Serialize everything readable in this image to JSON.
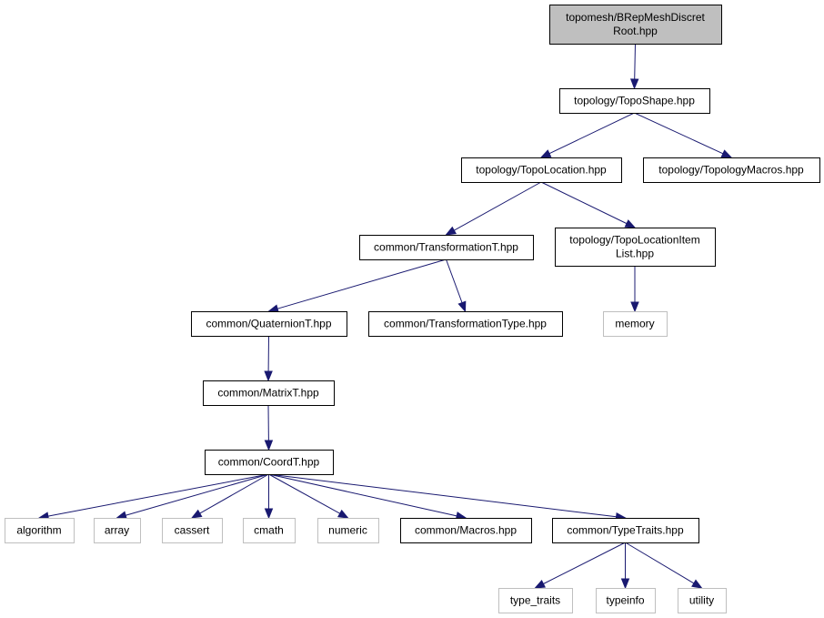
{
  "colors": {
    "edge": "#191970",
    "root_fill": "#bfbfbf",
    "external_border": "#bfbfbf",
    "internal_border": "#000000"
  },
  "nodes": {
    "root": {
      "lines": [
        "topomesh/BRepMeshDiscret",
        "Root.hpp"
      ],
      "kind": "root"
    },
    "topo_shape": {
      "lines": [
        "topology/TopoShape.hpp"
      ],
      "kind": "internal"
    },
    "topo_location": {
      "lines": [
        "topology/TopoLocation.hpp"
      ],
      "kind": "internal"
    },
    "topology_macros": {
      "lines": [
        "topology/TopologyMacros.hpp"
      ],
      "kind": "internal"
    },
    "transformation_t": {
      "lines": [
        "common/TransformationT.hpp"
      ],
      "kind": "internal"
    },
    "topo_location_item_list": {
      "lines": [
        "topology/TopoLocationItem",
        "List.hpp"
      ],
      "kind": "internal"
    },
    "quaternion_t": {
      "lines": [
        "common/QuaternionT.hpp"
      ],
      "kind": "internal"
    },
    "transformation_type": {
      "lines": [
        "common/TransformationType.hpp"
      ],
      "kind": "internal"
    },
    "memory": {
      "lines": [
        "memory"
      ],
      "kind": "external"
    },
    "matrix_t": {
      "lines": [
        "common/MatrixT.hpp"
      ],
      "kind": "internal"
    },
    "coord_t": {
      "lines": [
        "common/CoordT.hpp"
      ],
      "kind": "internal"
    },
    "algorithm": {
      "lines": [
        "algorithm"
      ],
      "kind": "external"
    },
    "array": {
      "lines": [
        "array"
      ],
      "kind": "external"
    },
    "cassert": {
      "lines": [
        "cassert"
      ],
      "kind": "external"
    },
    "cmath": {
      "lines": [
        "cmath"
      ],
      "kind": "external"
    },
    "numeric": {
      "lines": [
        "numeric"
      ],
      "kind": "external"
    },
    "macros": {
      "lines": [
        "common/Macros.hpp"
      ],
      "kind": "internal"
    },
    "type_traits_hpp": {
      "lines": [
        "common/TypeTraits.hpp"
      ],
      "kind": "internal"
    },
    "type_traits": {
      "lines": [
        "type_traits"
      ],
      "kind": "external"
    },
    "typeinfo": {
      "lines": [
        "typeinfo"
      ],
      "kind": "external"
    },
    "utility": {
      "lines": [
        "utility"
      ],
      "kind": "external"
    }
  },
  "edges": [
    [
      "root",
      "topo_shape"
    ],
    [
      "topo_shape",
      "topo_location"
    ],
    [
      "topo_shape",
      "topology_macros"
    ],
    [
      "topo_location",
      "transformation_t"
    ],
    [
      "topo_location",
      "topo_location_item_list"
    ],
    [
      "transformation_t",
      "quaternion_t"
    ],
    [
      "transformation_t",
      "transformation_type"
    ],
    [
      "topo_location_item_list",
      "memory"
    ],
    [
      "quaternion_t",
      "matrix_t"
    ],
    [
      "matrix_t",
      "coord_t"
    ],
    [
      "coord_t",
      "algorithm"
    ],
    [
      "coord_t",
      "array"
    ],
    [
      "coord_t",
      "cassert"
    ],
    [
      "coord_t",
      "cmath"
    ],
    [
      "coord_t",
      "numeric"
    ],
    [
      "coord_t",
      "macros"
    ],
    [
      "coord_t",
      "type_traits_hpp"
    ],
    [
      "type_traits_hpp",
      "type_traits"
    ],
    [
      "type_traits_hpp",
      "typeinfo"
    ],
    [
      "type_traits_hpp",
      "utility"
    ]
  ]
}
